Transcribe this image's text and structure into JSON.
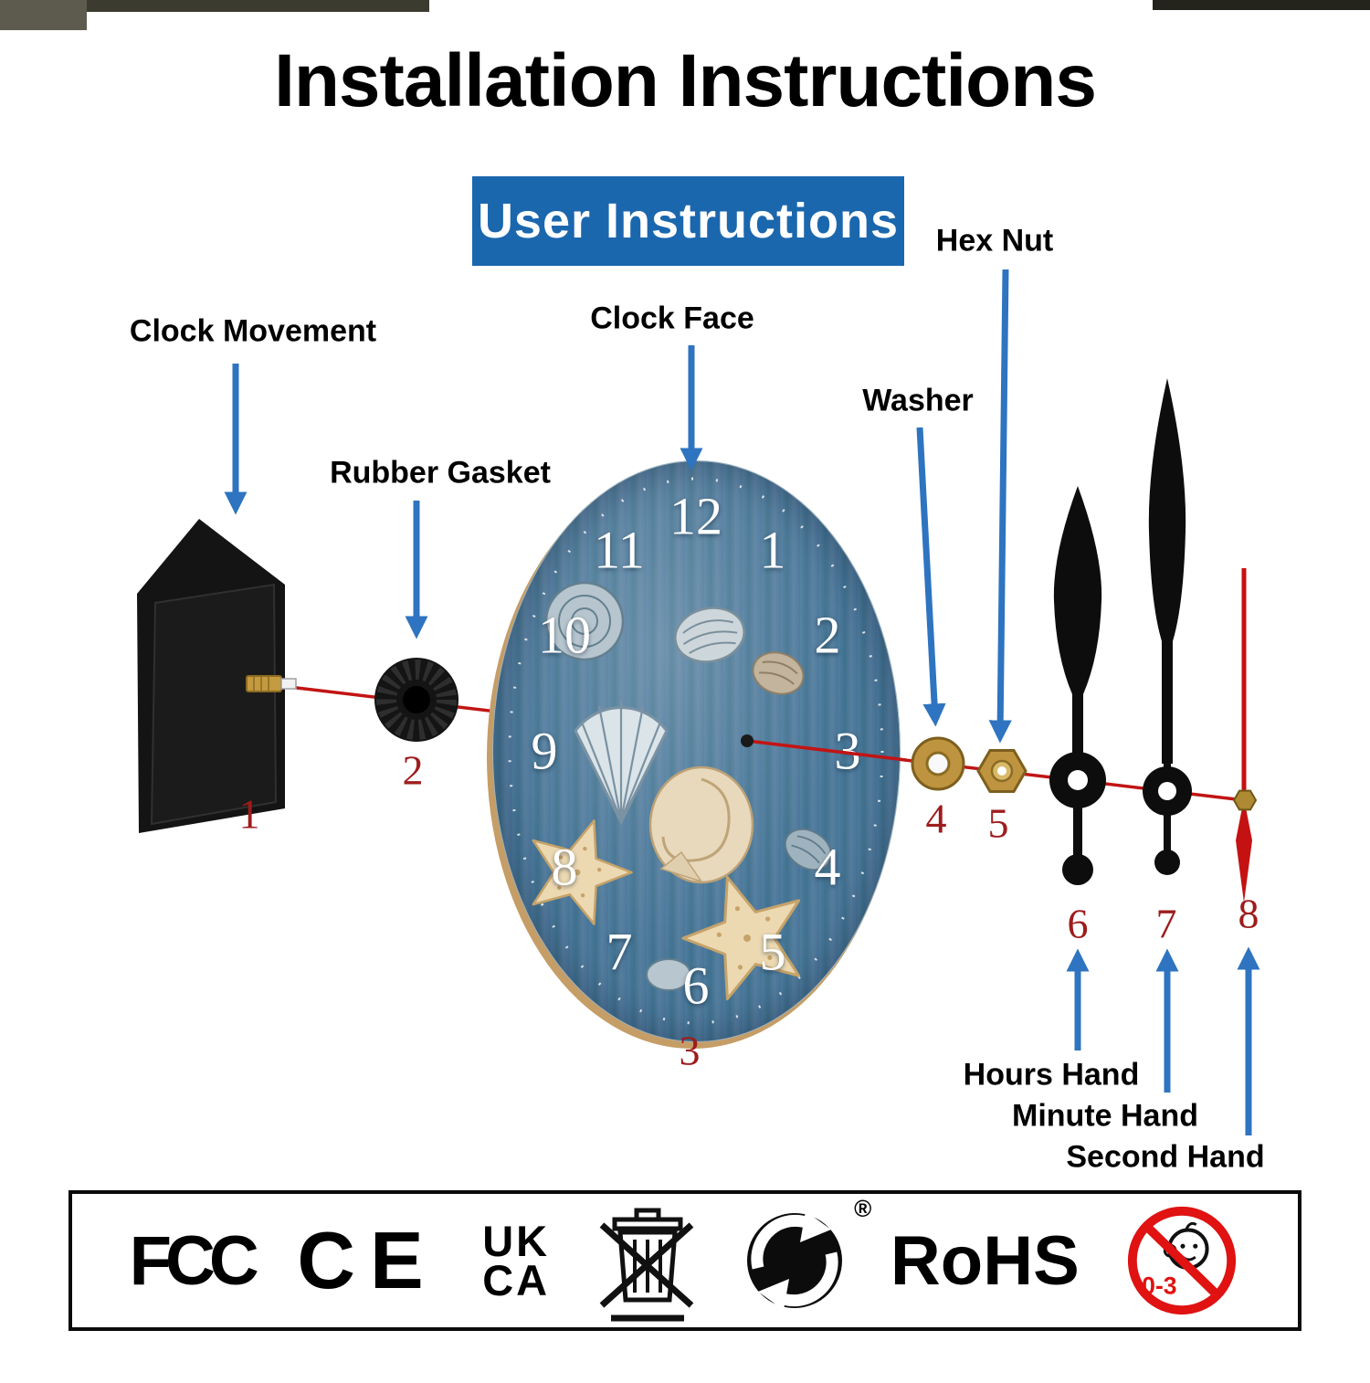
{
  "title": "Installation Instructions",
  "banner": "User Instructions",
  "labels": {
    "clock_movement": "Clock Movement",
    "rubber_gasket": "Rubber Gasket",
    "clock_face": "Clock Face",
    "washer": "Washer",
    "hex_nut": "Hex Nut",
    "hours_hand": "Hours Hand",
    "minute_hand": "Minute Hand",
    "second_hand": "Second Hand"
  },
  "part_numbers": [
    "1",
    "2",
    "3",
    "4",
    "5",
    "6",
    "7",
    "8"
  ],
  "clock": {
    "numerals": [
      "12",
      "1",
      "2",
      "3",
      "4",
      "5",
      "6",
      "7",
      "8",
      "9",
      "10",
      "11"
    ]
  },
  "certifications": {
    "fcc": "FCC",
    "ce": "CE",
    "ukca_top": "UK",
    "ukca_bottom": "CA",
    "registered": "®",
    "rohs": "RoHS",
    "age_warning": "0-3"
  },
  "icons": {
    "weee": "crossed-out-wheelie-bin",
    "green_dot": "recycling-arrows",
    "age_warning": "no-children-0-3"
  },
  "colors": {
    "banner_blue": "#1b67ae",
    "arrow_blue": "#2e74c0",
    "shaft_red": "#c21414",
    "number_red": "#9e1c1c",
    "brass": "#bf9440"
  }
}
